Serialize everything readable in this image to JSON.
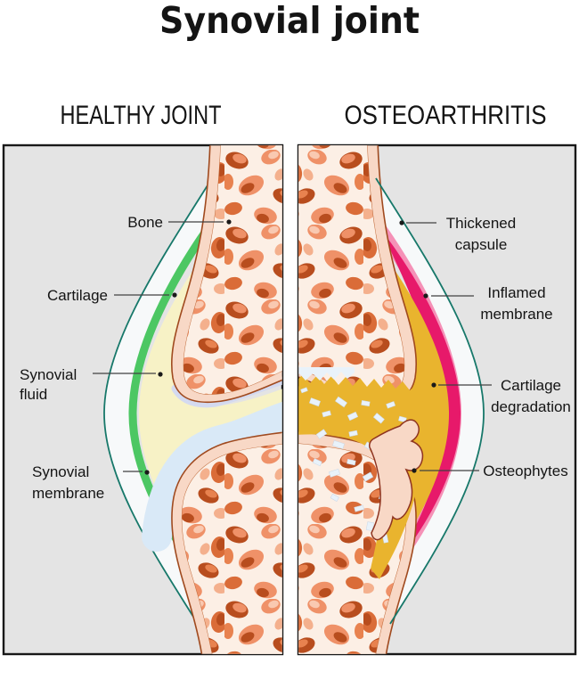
{
  "title": {
    "text": "Synovial joint"
  },
  "panels": {
    "healthy": {
      "header": "HEALTHY JOINT",
      "labels": {
        "bone": "Bone",
        "cartilage": "Cartilage",
        "synovial_fluid": [
          "Synovial",
          "fluid"
        ],
        "synovial_membrane": [
          "Synovial",
          "membrane"
        ]
      }
    },
    "osteoarthritis": {
      "header": "OSTEOARTHRITIS",
      "labels": {
        "thickened_capsule": [
          "Thickened",
          "capsule"
        ],
        "inflamed_membrane": [
          "Inflamed",
          "membrane"
        ],
        "cartilage_degradation": [
          "Cartilage",
          "degradation"
        ],
        "osteophytes": "Osteophytes"
      }
    }
  },
  "colors": {
    "title_red": "#ed1c24",
    "label_text": "#141414",
    "panel_background": "#e4e4e4",
    "panel_border": "#181818",
    "capsule_teal": "#17786a",
    "capsule_space_white": "#f7f9fa",
    "synovial_membrane_green": "#4cc763",
    "synovial_fluid_yellow": "#f7f2c6",
    "cartilage_blue": "#d9e9f7",
    "cartilage_lavender": "#d4daf0",
    "bone_cortical_peach": "#f8d8c6",
    "bone_marrow_cream": "#fcefe5",
    "bone_outline_brown": "#a04a1f",
    "trabecular_rust": "#b84d1e",
    "inflamed_membrane_pink": "#e7196a",
    "inflamed_membrane_light_pink": "#f591b7",
    "degraded_fluid_gold": "#e9b42e",
    "cartilage_fragment_white": "#e9f2fa"
  }
}
